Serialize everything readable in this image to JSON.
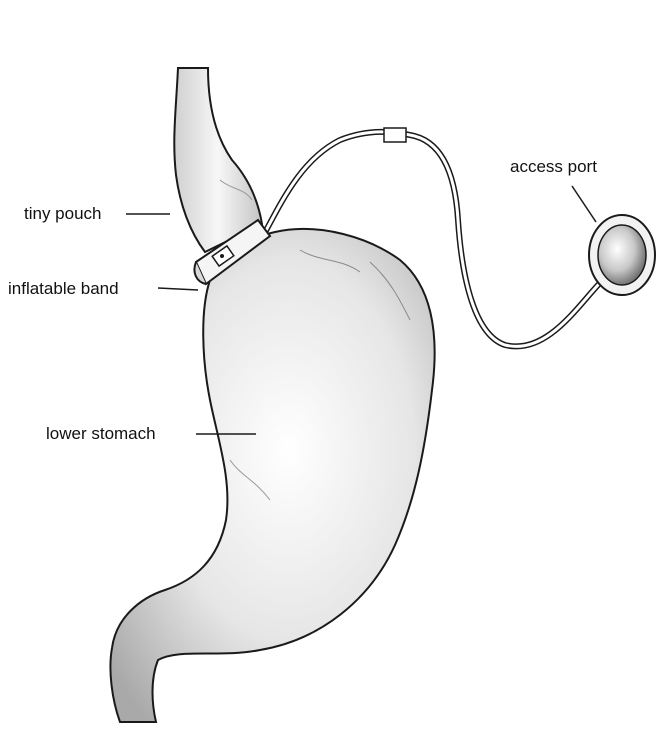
{
  "labels": {
    "tiny_pouch": "tiny pouch",
    "inflatable_band": "inflatable band",
    "lower_stomach": "lower stomach",
    "access_port": "access port"
  },
  "colors": {
    "outline": "#1a1a1a",
    "tissue_light": "#f4f4f4",
    "tissue_shadow": "#bdbdbd",
    "background": "#ffffff"
  }
}
